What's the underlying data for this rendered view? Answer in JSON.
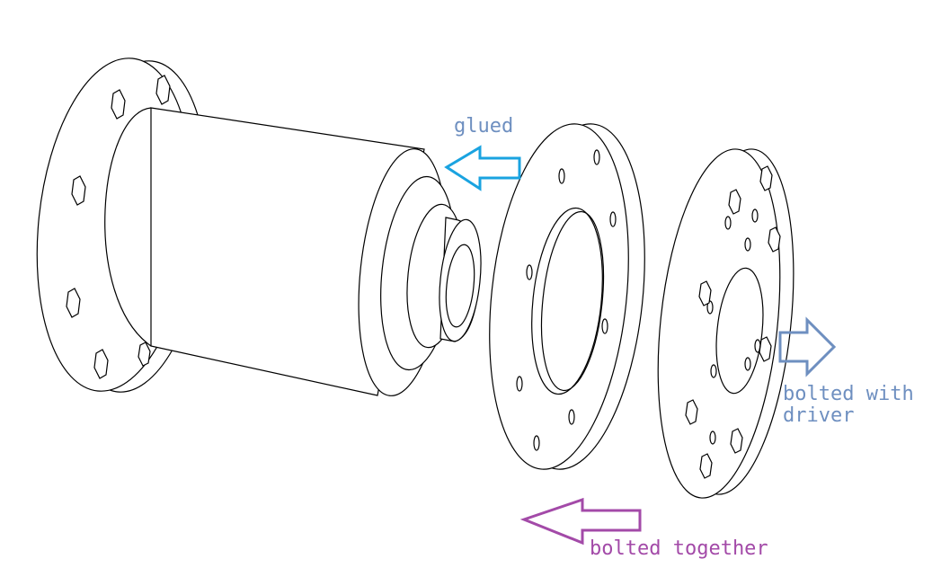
{
  "labels": {
    "glued": "glued",
    "driver_line1": "bolted with",
    "driver_line2": "driver",
    "together": "bolted together"
  },
  "colors": {
    "glued_arrow": "#1aa3e0",
    "glued_text": "#6e8fc0",
    "driver_arrow": "#6e8fc0",
    "driver_text": "#6e8fc0",
    "together_arrow": "#a34aa8",
    "together_text": "#a34aa8",
    "line": "#000000",
    "background": "#ffffff"
  },
  "components": [
    "housing-with-flange",
    "middle-flange-ring",
    "driver-flange-disc"
  ]
}
